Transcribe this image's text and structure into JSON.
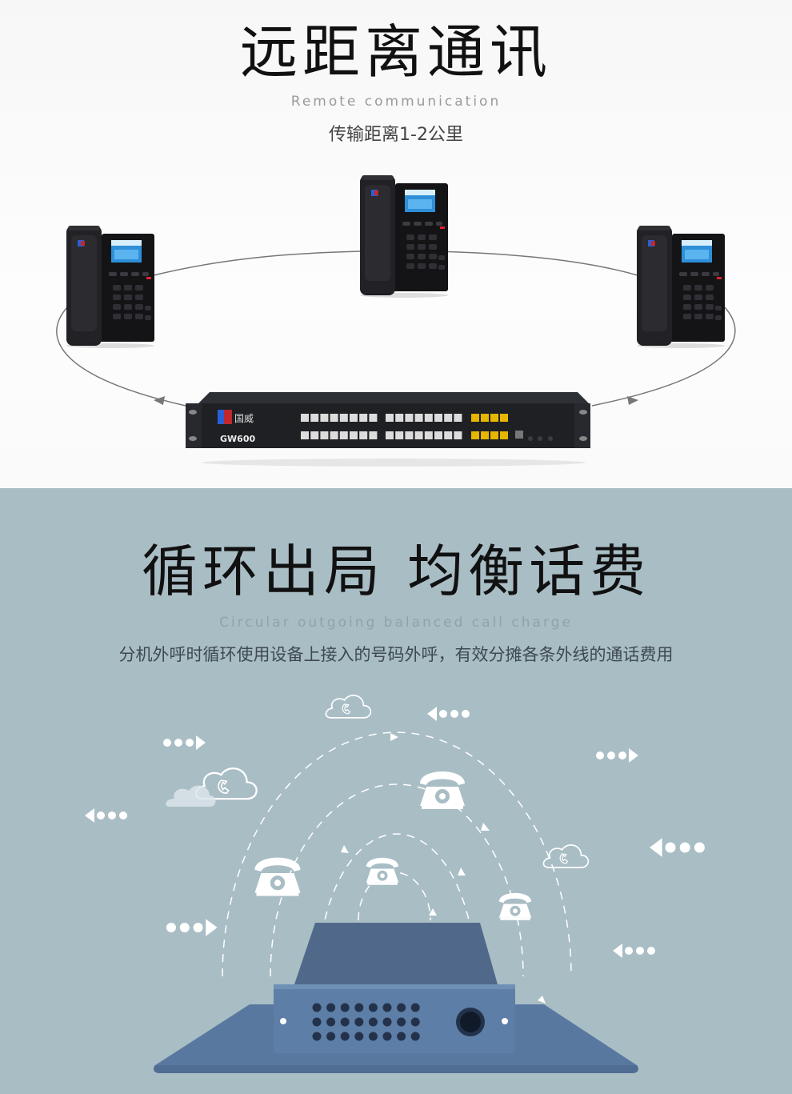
{
  "section1": {
    "title": "远距离通讯",
    "subtitle": "Remote communication",
    "description": "传输距离1-2公里",
    "device_model": "GW600",
    "brand_name": "国威",
    "colors": {
      "background": "#f8f8f8",
      "title": "#111111",
      "subtitle": "#9a9a9a",
      "device": "#1e2024",
      "port_yellow": "#e7b600"
    }
  },
  "section2": {
    "title": "循环出局 均衡话费",
    "subtitle": "Circular outgoing balanced call charge",
    "description": "分机外呼时循环使用设备上接入的号码外呼，有效分摊各条外线的通话费用",
    "colors": {
      "background": "#a9bdc5",
      "device": "#5b7a9c",
      "device_top": "#50698a",
      "icons": "#ffffff"
    }
  }
}
